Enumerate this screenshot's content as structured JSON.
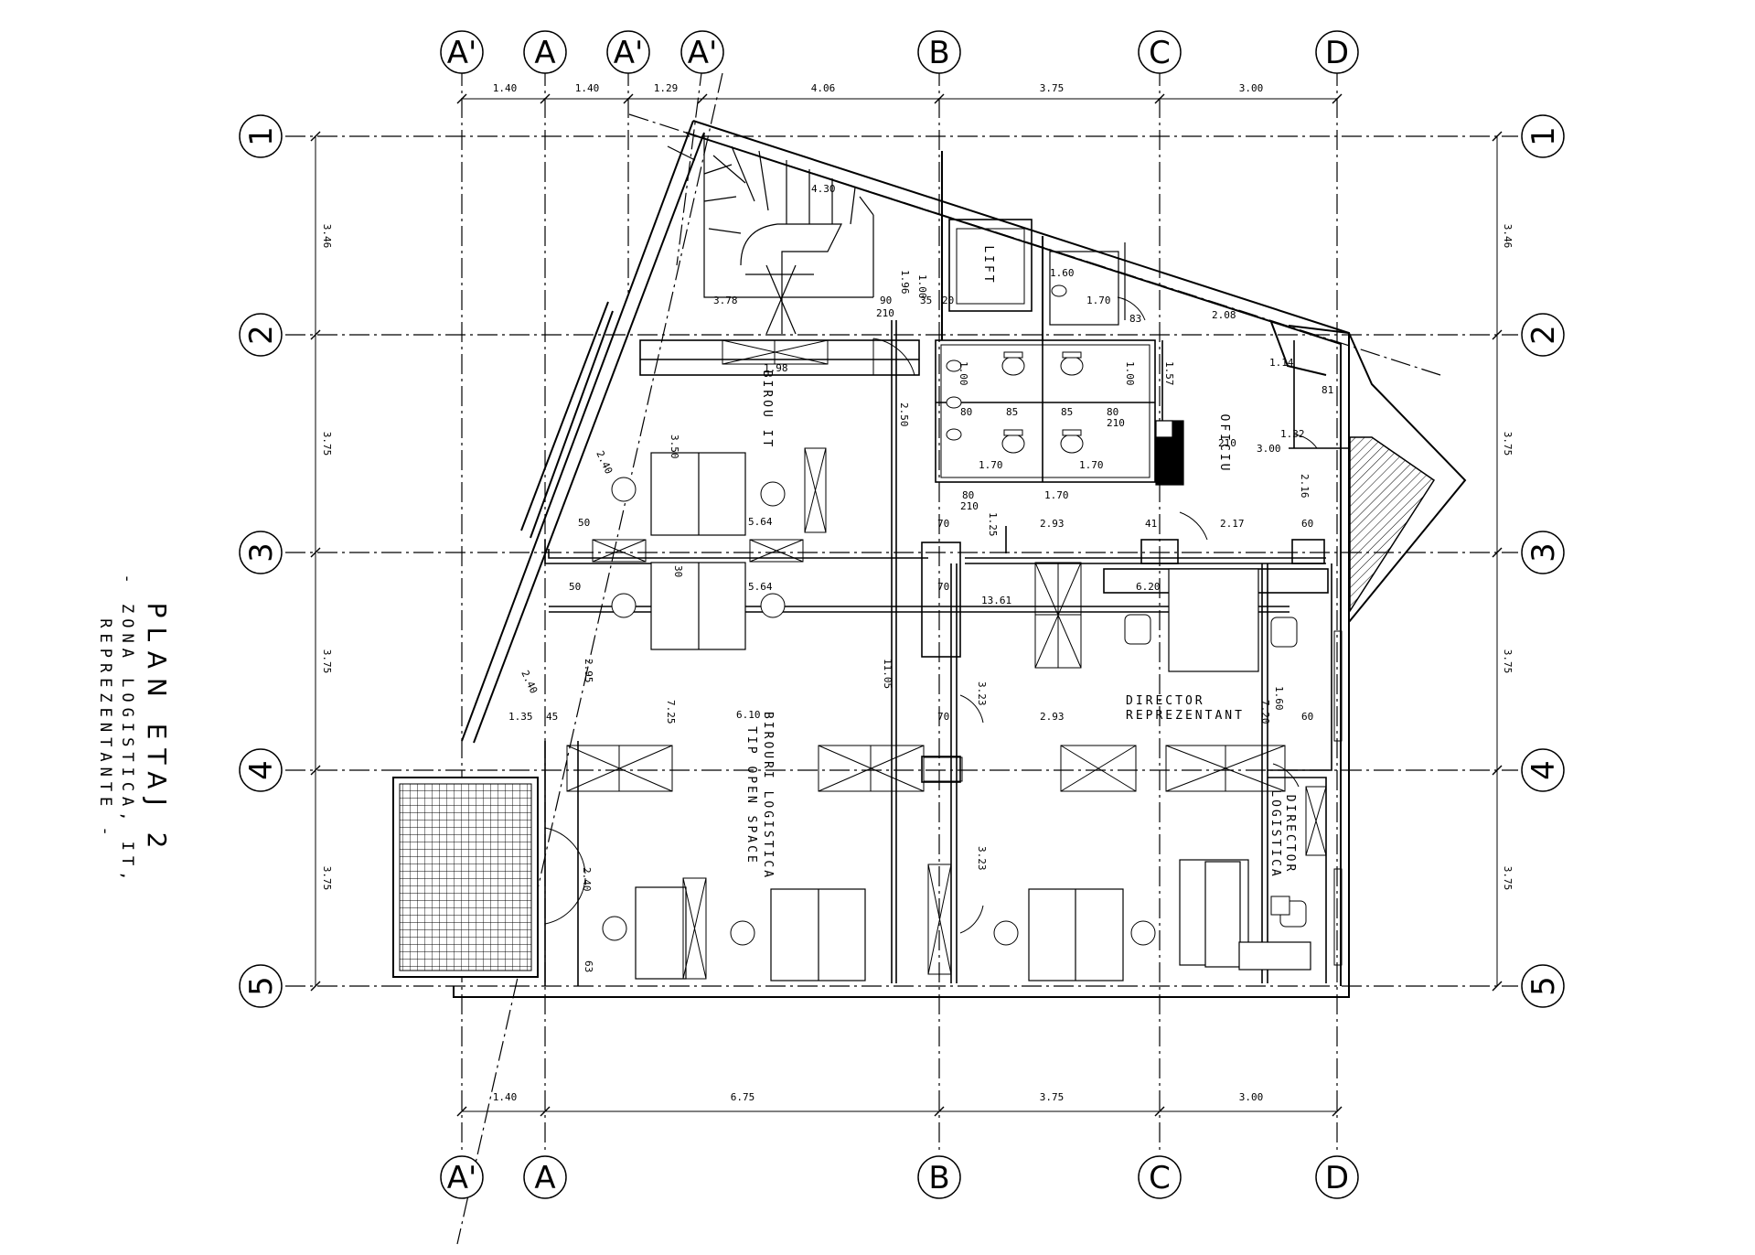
{
  "title": {
    "main": "PLAN ETAJ 2",
    "line1": "- ZONA LOGISTICA, IT,",
    "line2": "REPREZENTANTE -"
  },
  "axes": {
    "columns": [
      "A'",
      "A",
      "A'",
      "A'",
      "B",
      "C",
      "D"
    ],
    "columns_bottom": [
      "A'",
      "A",
      "B",
      "C",
      "D"
    ],
    "rows": [
      "1",
      "2",
      "3",
      "4",
      "5"
    ]
  },
  "dimensions": {
    "top": [
      "1.40",
      "1.40",
      "1.29",
      "4.06",
      "3.75",
      "3.00"
    ],
    "bottom": [
      "1.40",
      "6.75",
      "3.75",
      "3.00"
    ],
    "left": [
      "3.46",
      "3.75",
      "3.75",
      "3.75"
    ],
    "right": [
      "3.46",
      "3.75",
      "3.75",
      "3.75"
    ]
  },
  "rooms": {
    "lift": "LIFT",
    "birou_it": "BIROU IT",
    "oficiu": "OFICIU",
    "open_space_1": "BIROURI LOGISTICA",
    "open_space_2": "TIP OPEN SPACE",
    "director_rep_1": "DIRECTOR",
    "director_rep_2": "REPREZENTANT",
    "director_log_1": "DIRECTOR",
    "director_log_2": "LOGISTICA"
  },
  "inner_dims": {
    "d_378": "3.78",
    "d_90": "90",
    "d_210a": "210",
    "d_35": "35",
    "d_20": "20",
    "d_160": "1.60",
    "d_170a": "1.70",
    "d_83": "83",
    "d_208": "2.08",
    "d_114": "1.14",
    "d_81": "81",
    "d_430": "4.30",
    "d_196": "1.96",
    "d_100a": "1.00",
    "d_250": "2.50",
    "d_350": "3.50",
    "d_240a": "2.40",
    "d_564a": "5.64",
    "d_564b": "5.64",
    "d_1361": "13.61",
    "d_620": "6.20",
    "d_295": "2.95",
    "d_725": "7.25",
    "d_610": "6.10",
    "d_1105": "11.05",
    "d_323a": "3.23",
    "d_293a": "2.93",
    "d_293b": "2.93",
    "d_135": "1.35",
    "d_45": "45",
    "d_70a": "70",
    "d_70b": "70",
    "d_70c": "70",
    "d_60a": "60",
    "d_60b": "60",
    "d_160b": "1.60",
    "d_720": "7.20",
    "d_323b": "3.23",
    "d_240b": "2.40",
    "d_240c": "2.40",
    "d_63": "63",
    "d_125": "1.25",
    "d_217": "2.17",
    "d_300": "3.00",
    "d_132": "1.32",
    "d_216": "2.16",
    "d_157": "1.57",
    "d_170b": "1.70",
    "d_170c": "1.70",
    "d_170d": "1.70",
    "d_85a": "85",
    "d_85b": "85",
    "d_80a": "80",
    "d_80b": "80",
    "d_80c": "80",
    "d_210b": "210",
    "d_210c": "210",
    "d_210d": "210",
    "d_50a": "50",
    "d_50b": "50",
    "d_100b": "1.00",
    "d_100c": "1.00",
    "d_30": "30",
    "d_198": "1.98",
    "d_41": "41"
  }
}
